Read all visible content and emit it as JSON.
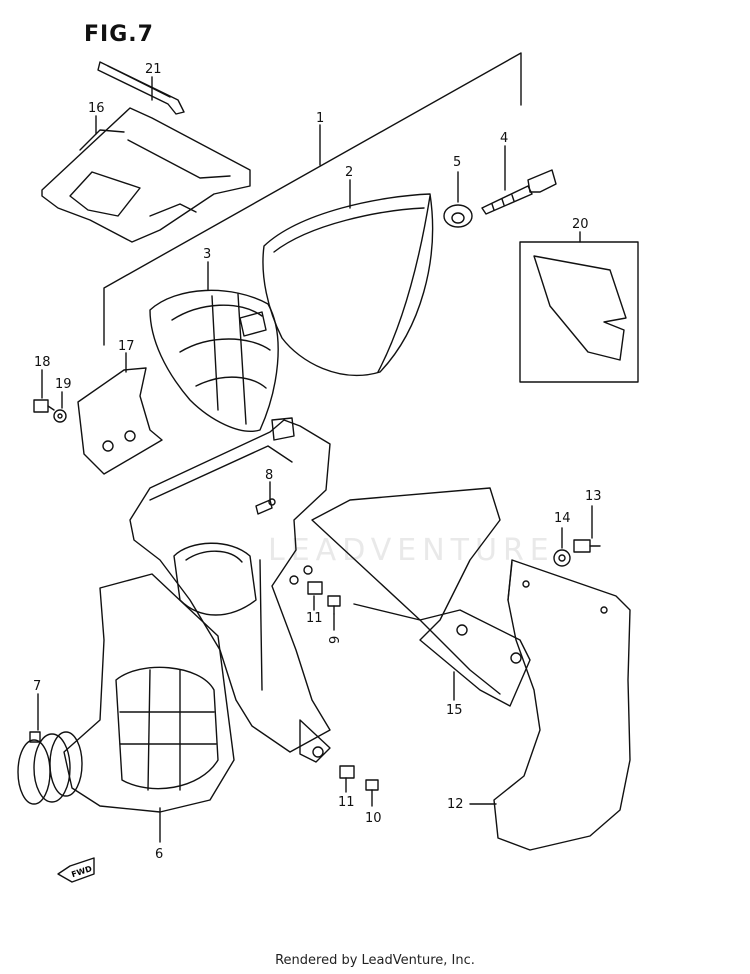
{
  "figure": {
    "title": "FIG.7"
  },
  "watermark": "LEADVENTURE",
  "footer": "Rendered by LeadVenture, Inc.",
  "direction_tag": "FWD",
  "part_callouts": [
    "21",
    "16",
    "1",
    "2",
    "5",
    "4",
    "20",
    "3",
    "17",
    "18",
    "19",
    "8",
    "13",
    "14",
    "11",
    "9",
    "15",
    "7",
    "11",
    "10",
    "12",
    "6"
  ]
}
